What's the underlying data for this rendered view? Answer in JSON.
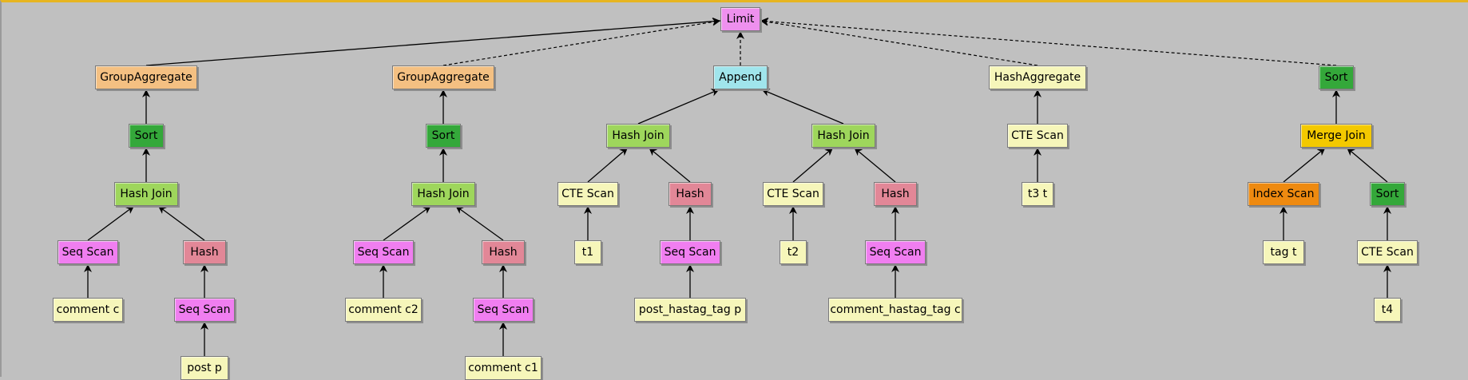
{
  "diagram": {
    "nodes": [
      {
        "id": "limit",
        "label": "Limit",
        "category": "limit"
      },
      {
        "id": "ga1",
        "label": "GroupAggregate",
        "category": "aggregate"
      },
      {
        "id": "sort1",
        "label": "Sort",
        "category": "sort"
      },
      {
        "id": "hj1",
        "label": "Hash Join",
        "category": "join"
      },
      {
        "id": "ss1",
        "label": "Seq Scan",
        "category": "scan"
      },
      {
        "id": "hash1",
        "label": "Hash",
        "category": "hash"
      },
      {
        "id": "rel_comment_c",
        "label": "comment c",
        "category": "relation"
      },
      {
        "id": "ss2",
        "label": "Seq Scan",
        "category": "scan"
      },
      {
        "id": "rel_post_p",
        "label": "post p",
        "category": "relation"
      },
      {
        "id": "ga2",
        "label": "GroupAggregate",
        "category": "aggregate"
      },
      {
        "id": "sort2",
        "label": "Sort",
        "category": "sort"
      },
      {
        "id": "hj2",
        "label": "Hash Join",
        "category": "join"
      },
      {
        "id": "ss3",
        "label": "Seq Scan",
        "category": "scan"
      },
      {
        "id": "hash2",
        "label": "Hash",
        "category": "hash"
      },
      {
        "id": "rel_comment_c2",
        "label": "comment c2",
        "category": "relation"
      },
      {
        "id": "ss4",
        "label": "Seq Scan",
        "category": "scan"
      },
      {
        "id": "rel_comment_c1",
        "label": "comment c1",
        "category": "relation"
      },
      {
        "id": "append",
        "label": "Append",
        "category": "append"
      },
      {
        "id": "hj3",
        "label": "Hash Join",
        "category": "join"
      },
      {
        "id": "cte1",
        "label": "CTE Scan",
        "category": "relation"
      },
      {
        "id": "hash3",
        "label": "Hash",
        "category": "hash"
      },
      {
        "id": "rel_t1",
        "label": "t1",
        "category": "relation"
      },
      {
        "id": "ss5",
        "label": "Seq Scan",
        "category": "scan"
      },
      {
        "id": "rel_post_hastag_tag_p",
        "label": "post_hastag_tag p",
        "category": "relation"
      },
      {
        "id": "hj4",
        "label": "Hash Join",
        "category": "join"
      },
      {
        "id": "cte2",
        "label": "CTE Scan",
        "category": "relation"
      },
      {
        "id": "hash4",
        "label": "Hash",
        "category": "hash"
      },
      {
        "id": "rel_t2",
        "label": "t2",
        "category": "relation"
      },
      {
        "id": "ss6",
        "label": "Seq Scan",
        "category": "scan"
      },
      {
        "id": "rel_comment_hastag_tag_c",
        "label": "comment_hastag_tag c",
        "category": "relation"
      },
      {
        "id": "hagg",
        "label": "HashAggregate",
        "category": "relation"
      },
      {
        "id": "cte3",
        "label": "CTE Scan",
        "category": "relation"
      },
      {
        "id": "rel_t3_t",
        "label": "t3 t",
        "category": "relation"
      },
      {
        "id": "sort3",
        "label": "Sort",
        "category": "sort"
      },
      {
        "id": "mj",
        "label": "Merge Join",
        "category": "merge"
      },
      {
        "id": "idx",
        "label": "Index Scan",
        "category": "index"
      },
      {
        "id": "sort4",
        "label": "Sort",
        "category": "sort"
      },
      {
        "id": "rel_tag_t",
        "label": "tag t",
        "category": "relation"
      },
      {
        "id": "cte4",
        "label": "CTE Scan",
        "category": "relation"
      },
      {
        "id": "rel_t4",
        "label": "t4",
        "category": "relation"
      }
    ],
    "edges": [
      {
        "from": "ga1",
        "to": "limit",
        "style": "solid"
      },
      {
        "from": "ga2",
        "to": "limit",
        "style": "dashed"
      },
      {
        "from": "append",
        "to": "limit",
        "style": "dashed"
      },
      {
        "from": "hagg",
        "to": "limit",
        "style": "dashed"
      },
      {
        "from": "sort3",
        "to": "limit",
        "style": "dashed"
      },
      {
        "from": "sort1",
        "to": "ga1",
        "style": "solid"
      },
      {
        "from": "hj1",
        "to": "sort1",
        "style": "solid"
      },
      {
        "from": "ss1",
        "to": "hj1",
        "style": "solid"
      },
      {
        "from": "hash1",
        "to": "hj1",
        "style": "solid"
      },
      {
        "from": "rel_comment_c",
        "to": "ss1",
        "style": "solid"
      },
      {
        "from": "ss2",
        "to": "hash1",
        "style": "solid"
      },
      {
        "from": "rel_post_p",
        "to": "ss2",
        "style": "solid"
      },
      {
        "from": "sort2",
        "to": "ga2",
        "style": "solid"
      },
      {
        "from": "hj2",
        "to": "sort2",
        "style": "solid"
      },
      {
        "from": "ss3",
        "to": "hj2",
        "style": "solid"
      },
      {
        "from": "hash2",
        "to": "hj2",
        "style": "solid"
      },
      {
        "from": "rel_comment_c2",
        "to": "ss3",
        "style": "solid"
      },
      {
        "from": "ss4",
        "to": "hash2",
        "style": "solid"
      },
      {
        "from": "rel_comment_c1",
        "to": "ss4",
        "style": "solid"
      },
      {
        "from": "hj3",
        "to": "append",
        "style": "solid"
      },
      {
        "from": "hj4",
        "to": "append",
        "style": "solid"
      },
      {
        "from": "cte1",
        "to": "hj3",
        "style": "solid"
      },
      {
        "from": "hash3",
        "to": "hj3",
        "style": "solid"
      },
      {
        "from": "rel_t1",
        "to": "cte1",
        "style": "solid"
      },
      {
        "from": "ss5",
        "to": "hash3",
        "style": "solid"
      },
      {
        "from": "rel_post_hastag_tag_p",
        "to": "ss5",
        "style": "solid"
      },
      {
        "from": "cte2",
        "to": "hj4",
        "style": "solid"
      },
      {
        "from": "hash4",
        "to": "hj4",
        "style": "solid"
      },
      {
        "from": "rel_t2",
        "to": "cte2",
        "style": "solid"
      },
      {
        "from": "ss6",
        "to": "hash4",
        "style": "solid"
      },
      {
        "from": "rel_comment_hastag_tag_c",
        "to": "ss6",
        "style": "solid"
      },
      {
        "from": "cte3",
        "to": "hagg",
        "style": "solid"
      },
      {
        "from": "rel_t3_t",
        "to": "cte3",
        "style": "solid"
      },
      {
        "from": "mj",
        "to": "sort3",
        "style": "solid"
      },
      {
        "from": "idx",
        "to": "mj",
        "style": "solid"
      },
      {
        "from": "sort4",
        "to": "mj",
        "style": "solid"
      },
      {
        "from": "rel_tag_t",
        "to": "idx",
        "style": "solid"
      },
      {
        "from": "cte4",
        "to": "sort4",
        "style": "solid"
      },
      {
        "from": "rel_t4",
        "to": "cte4",
        "style": "solid"
      }
    ]
  }
}
